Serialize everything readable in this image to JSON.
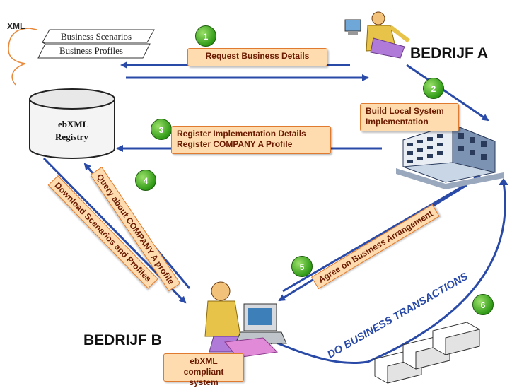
{
  "xml_label": "XML",
  "documents": {
    "scenarios": "Business Scenarios",
    "profiles": "Business Profiles"
  },
  "registry": {
    "line1": "ebXML",
    "line2": "Registry"
  },
  "companies": {
    "a": "BEDRIJF A",
    "b": "BEDRIJF B"
  },
  "steps": [
    {
      "num": "1",
      "label": "Request Business Details"
    },
    {
      "num": "2",
      "label_line1": "Build Local System",
      "label_line2": "Implementation"
    },
    {
      "num": "3",
      "label_line1": "Register Implementation Details",
      "label_line2": "Register COMPANY A Profile"
    },
    {
      "num": "4",
      "label": "Query about COMPANY A profile"
    },
    {
      "num": "5",
      "label": "Agree on Business Arrangement"
    },
    {
      "num": "6",
      "label": "DO BUSINESS TRANSACTIONS"
    }
  ],
  "download_label": "Download Scenarios and Profiles",
  "compliant_system": {
    "line1": "ebXML compliant",
    "line2": "system"
  },
  "colors": {
    "arrow": "#2a4aa8",
    "box_fill": "#ffdcb0",
    "box_border": "#e07a2e",
    "step_circle": "#2f9a16",
    "bracket": "#e8883a"
  }
}
